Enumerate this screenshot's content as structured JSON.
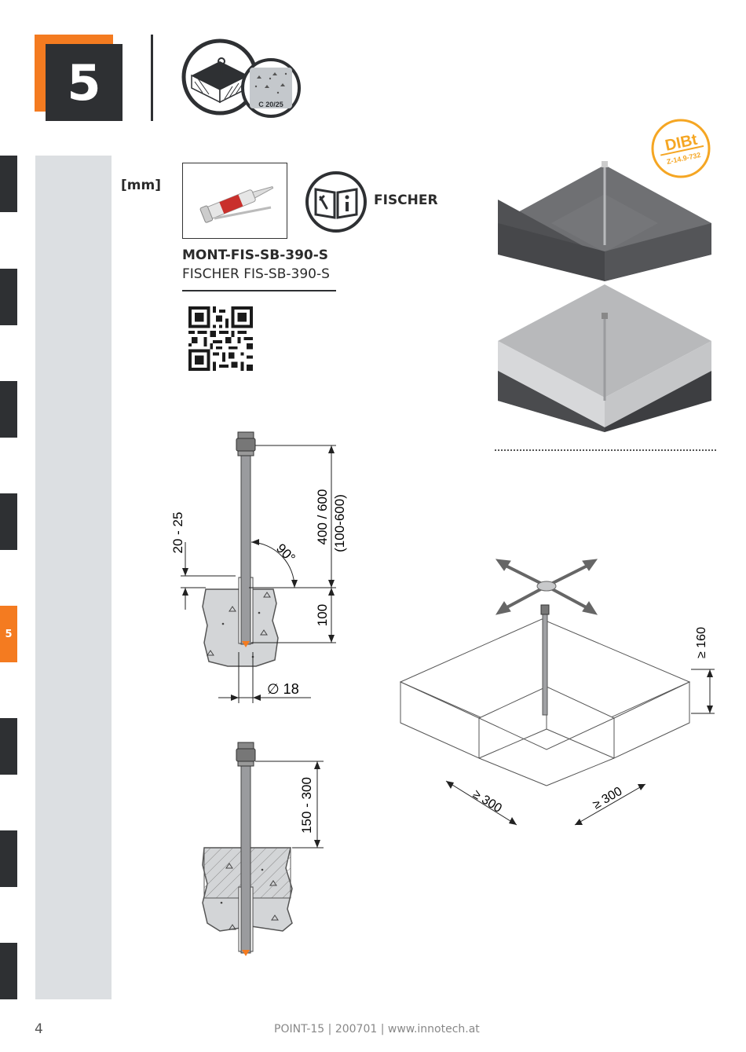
{
  "chapter": {
    "number": "5"
  },
  "header_icon": {
    "concrete_class": "C 20/25"
  },
  "side_nav": {
    "active_label": "5"
  },
  "unit": "[mm]",
  "brand": "FISCHER",
  "product": {
    "code": "MONT-FIS-SB-390-S",
    "name": "FISCHER FIS-SB-390-S"
  },
  "certification": {
    "title": "DIBt",
    "number": "Z-14.9-732"
  },
  "drawing_top": {
    "protrusion": "20 - 25",
    "angle": "90°",
    "rod_length": "400 / 600",
    "rod_range": "(100-600)",
    "embedment": "100",
    "drill_diameter": "∅ 18"
  },
  "drawing_bottom": {
    "length": "150 - 300"
  },
  "iso_drawing": {
    "min_thickness": "≥ 160",
    "edge_left": "≥ 300",
    "edge_right": "≥ 300"
  },
  "footer": {
    "page_number": "4",
    "info": "POINT-15 | 200701 | www.innotech.at"
  },
  "colors": {
    "accent": "#f47b20",
    "dark": "#2e3033",
    "sidebar": "#dcdfe2"
  }
}
